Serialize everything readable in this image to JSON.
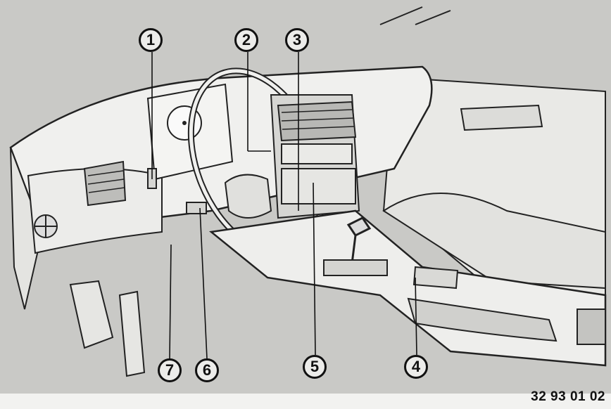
{
  "callouts": {
    "c1": "1",
    "c2": "2",
    "c3": "3",
    "c4": "4",
    "c5": "5",
    "c6": "6",
    "c7": "7"
  },
  "reference_number": "32 93 01 02",
  "colors": {
    "background": "#f2f2f0",
    "shading": "#c9c9c6",
    "ink": "#111111"
  }
}
